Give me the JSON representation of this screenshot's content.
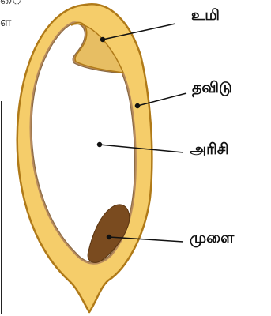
{
  "diagram": {
    "labels": {
      "husk": "உமி",
      "bran": "தவிடு",
      "rice": "அரிசி",
      "germ": "முளை"
    },
    "cropped_text": {
      "line1": "ை",
      "line2": "ள"
    },
    "colors": {
      "husk_fill": "#F5CD6A",
      "husk_outline": "#B07A18",
      "husk_fold": "#E7BE63",
      "bran_layer": "#B78A5C",
      "germ_fill": "#7A4B1F",
      "leader_line": "#111111"
    }
  }
}
